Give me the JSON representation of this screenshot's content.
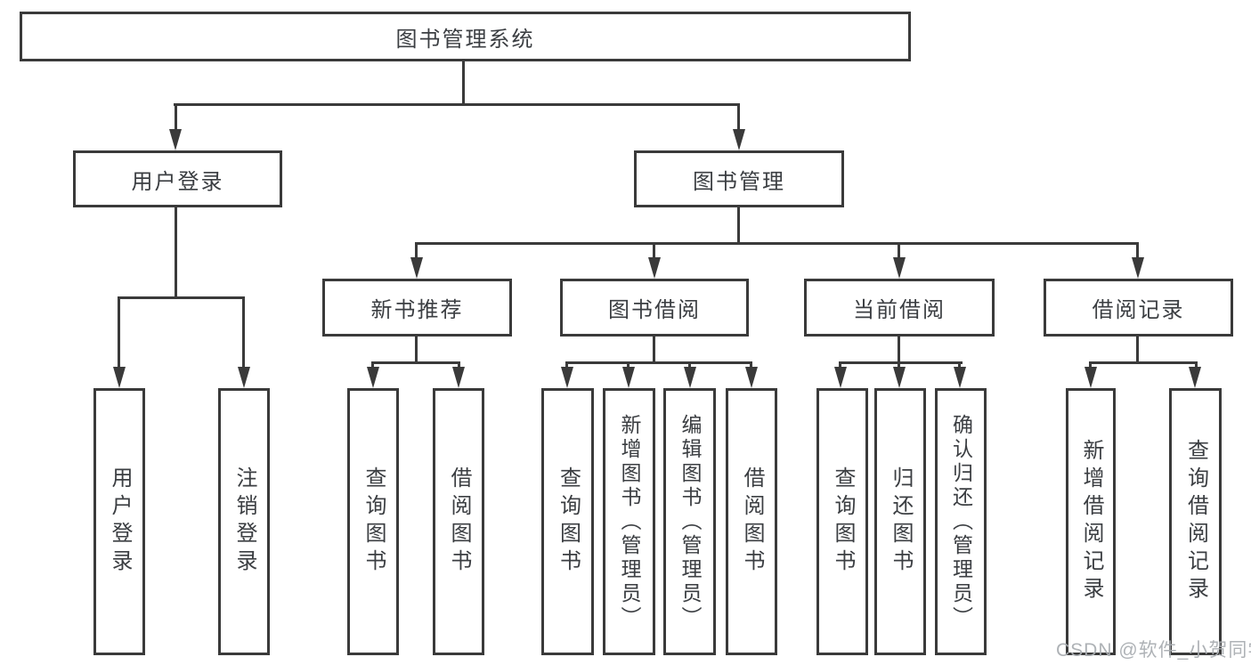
{
  "diagram": {
    "root": {
      "label": "图书管理系统"
    },
    "branches": [
      {
        "label": "用户登录",
        "children": [
          {
            "label": "用户登录"
          },
          {
            "label": "注销登录"
          }
        ]
      },
      {
        "label": "图书管理",
        "children": [
          {
            "label": "新书推荐",
            "children": [
              {
                "label": "查询图书"
              },
              {
                "label": "借阅图书"
              }
            ]
          },
          {
            "label": "图书借阅",
            "children": [
              {
                "label": "查询图书"
              },
              {
                "label": "新增图书（管理员）"
              },
              {
                "label": "编辑图书（管理员）"
              },
              {
                "label": "借阅图书"
              }
            ]
          },
          {
            "label": "当前借阅",
            "children": [
              {
                "label": "查询图书"
              },
              {
                "label": "归还图书"
              },
              {
                "label": "确认归还（管理员）"
              }
            ]
          },
          {
            "label": "借阅记录",
            "children": [
              {
                "label": "新增借阅记录"
              },
              {
                "label": "查询借阅记录"
              }
            ]
          }
        ]
      }
    ]
  },
  "watermark": {
    "text": "CSDN @软件_小贺同学"
  },
  "colors": {
    "line": "#3a3a3a",
    "text": "#3b3e42",
    "watermark": "#aaaeb2",
    "background": "#ffffff"
  }
}
